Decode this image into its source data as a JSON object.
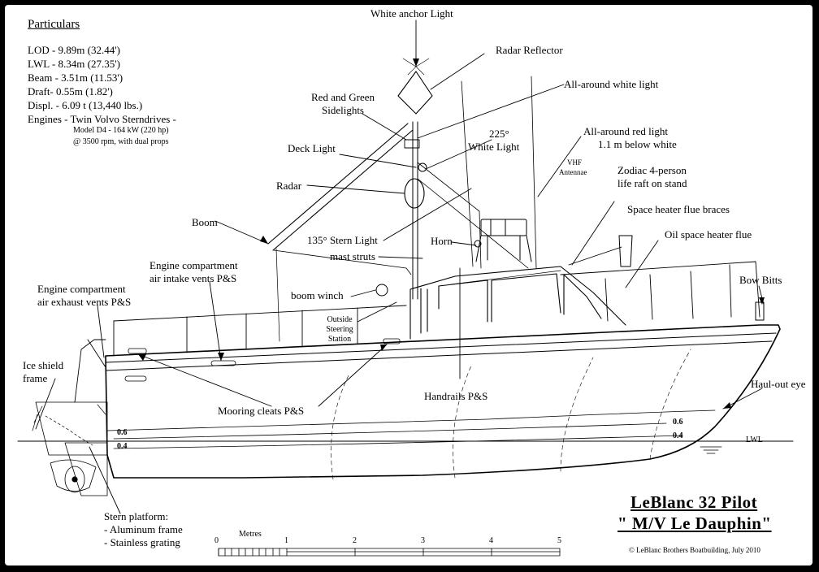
{
  "particulars": {
    "heading": "Particulars",
    "lod": "LOD - 9.89m (32.44')",
    "lwl": "LWL - 8.34m (27.35')",
    "beam": "Beam - 3.51m (11.53')",
    "draft": "Draft- 0.55m (1.82')",
    "displ": "Displ. - 6.09 t (13,440 lbs.)",
    "engines": "Engines - Twin Volvo Sterndrives -",
    "model": "Model D4 - 164 kW (220 hp)",
    "rpm": "@ 3500 rpm, with dual props"
  },
  "labels": {
    "white_anchor_light": "White anchor Light",
    "radar_reflector": "Radar Reflector",
    "all_around_white": "All-around white light",
    "sidelights_1": "Red and Green",
    "sidelights_2": "Sidelights",
    "deg225": "225°",
    "white_light": "White Light",
    "red_light_1": "All-around red light",
    "red_light_2": "1.1 m below white",
    "deck_light": "Deck Light",
    "vhf_1": "VHF",
    "vhf_2": "Antennae",
    "zodiac_1": "Zodiac 4-person",
    "zodiac_2": "life raft on stand",
    "radar": "Radar",
    "space_heater_braces": "Space heater flue braces",
    "boom": "Boom",
    "stern_light": "135° Stern Light",
    "horn": "Horn",
    "oil_heater": "Oil space heater flue",
    "mast_struts": "mast struts",
    "engine_intake_1": "Engine compartment",
    "engine_intake_2": "air intake vents P&S",
    "boom_winch": "boom winch",
    "bow_bitts": "Bow Bitts",
    "engine_exhaust_1": "Engine compartment",
    "engine_exhaust_2": "air exhaust vents P&S",
    "outside_1": "Outside",
    "outside_2": "Steering",
    "outside_3": "Station",
    "ice_shield_1": "Ice shield",
    "ice_shield_2": "frame",
    "haul_out": "Haul-out eye",
    "handrails": "Handrails P&S",
    "mooring": "Mooring cleats P&S",
    "wl_06_stern": "0.6",
    "wl_04_stern": "0.4",
    "wl_06_bow": "0.6",
    "wl_04_bow": "0.4",
    "lwl": "LWL",
    "stern_platform_1": "Stern platform:",
    "stern_platform_2": "- Aluminum frame",
    "stern_platform_3": "- Stainless grating"
  },
  "scale": {
    "label": "Metres",
    "ticks": [
      "0",
      "1",
      "2",
      "3",
      "4",
      "5"
    ]
  },
  "title": {
    "line1": "LeBlanc 32 Pilot",
    "line2": "\" M/V Le Dauphin\""
  },
  "copyright": "© LeBlanc Brothers Boatbuilding,  July 2010"
}
